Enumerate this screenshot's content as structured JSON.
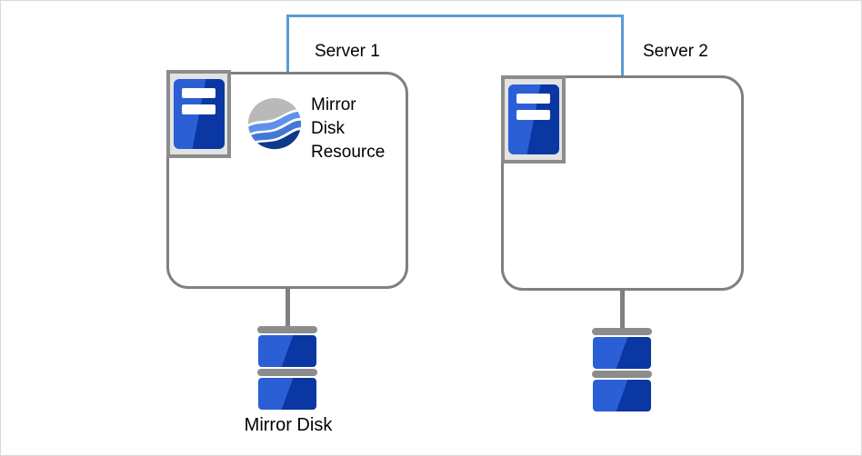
{
  "colors": {
    "accent-blue-line": "#5b9bd5",
    "box-border-gray": "#808080",
    "icon-blue-light": "#2b5fd6",
    "icon-blue-dark": "#0b37a3",
    "disk-bar-gray": "#8c8c8c",
    "sphere-gray": "#b9b9b9",
    "sphere-blue-1": "#5f92e6",
    "sphere-blue-2": "#4379d6",
    "sphere-navy": "#0e3a8c"
  },
  "diagram": {
    "server1": {
      "label": "Server 1",
      "resource_label": "Mirror\nDisk\nResource"
    },
    "server2": {
      "label": "Server 2"
    },
    "mirror_disk_label": "Mirror Disk"
  }
}
